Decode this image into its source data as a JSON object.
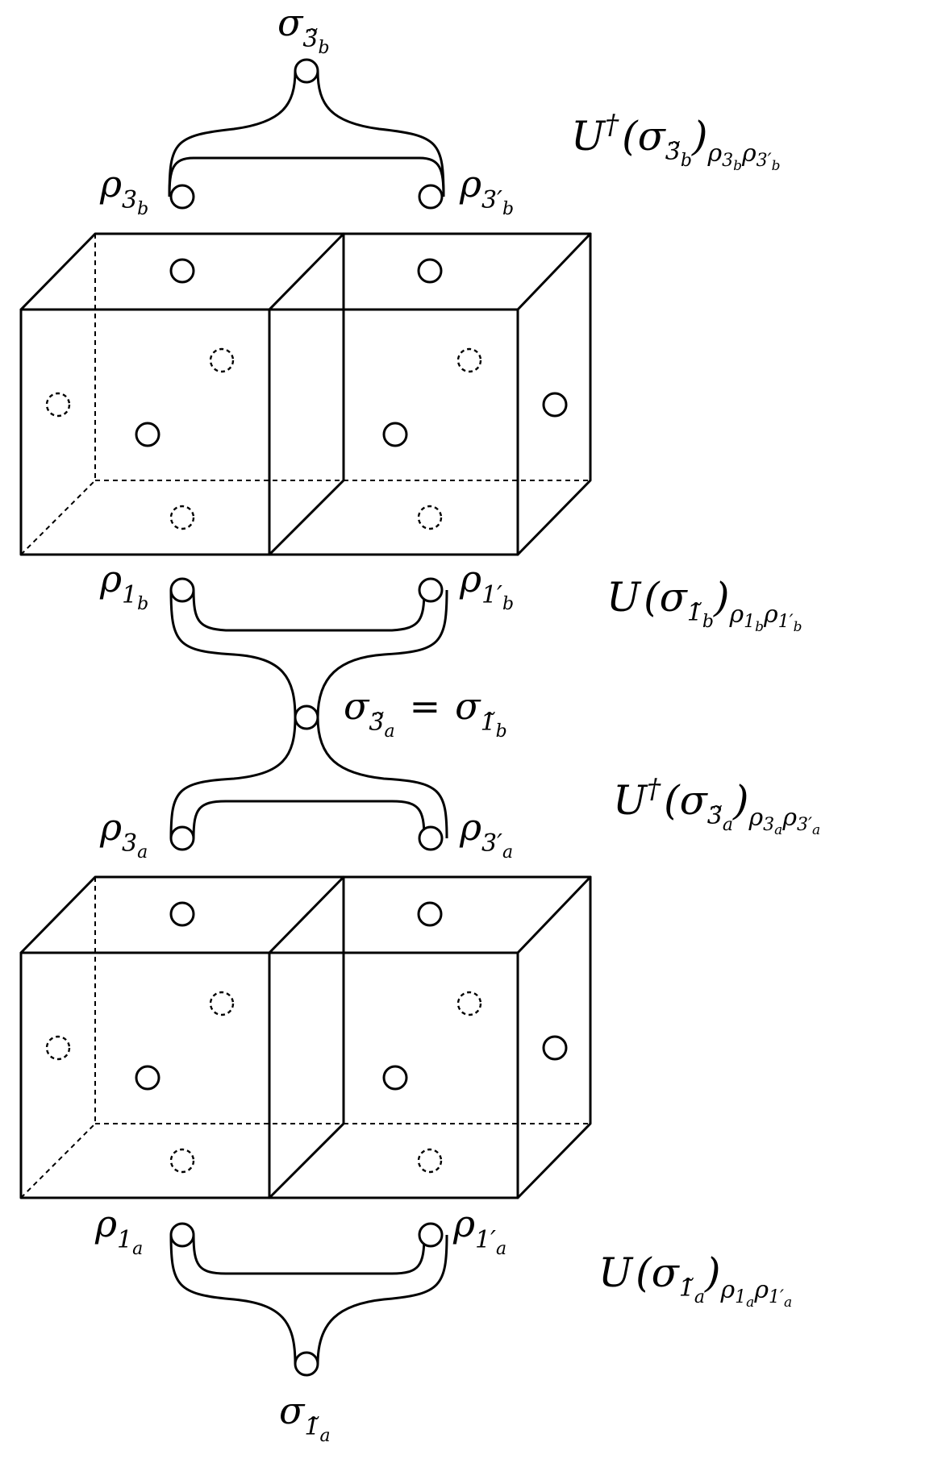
{
  "labels": {
    "sigma_top": {
      "base": "σ",
      "sub": "3̃",
      "subsub": "b"
    },
    "rho_3b": {
      "base": "ρ",
      "sub": "3",
      "subsub": "b"
    },
    "rho_3pb": {
      "base": "ρ",
      "sub": "3′",
      "subsub": "b"
    },
    "rho_1b": {
      "base": "ρ",
      "sub": "1",
      "subsub": "b"
    },
    "rho_1pb": {
      "base": "ρ",
      "sub": "1′",
      "subsub": "b"
    },
    "sigma_mid": {
      "left": "σ",
      "left_sub": "3̃",
      "left_subsub": "a",
      "eq": "=",
      "right": "σ",
      "right_sub": "1̃",
      "right_subsub": "b"
    },
    "rho_3a": {
      "base": "ρ",
      "sub": "3",
      "subsub": "a"
    },
    "rho_3pa": {
      "base": "ρ",
      "sub": "3′",
      "subsub": "a"
    },
    "rho_1a": {
      "base": "ρ",
      "sub": "1",
      "subsub": "a"
    },
    "rho_1pa": {
      "base": "ρ",
      "sub": "1′",
      "subsub": "a"
    },
    "sigma_bottom": {
      "base": "σ",
      "sub": "1̃",
      "subsub": "a"
    }
  },
  "operators": {
    "udag_3b": {
      "U": "U",
      "dagger": "†",
      "open": "(",
      "sigma": "σ",
      "sigma_sub": "3̃",
      "sigma_subsub": "b",
      "close": ")",
      "idx1": "ρ",
      "idx1_sub": "3",
      "idx1_subsub": "b",
      "idx2": "ρ",
      "idx2_sub": "3′",
      "idx2_subsub": "b"
    },
    "u_1b": {
      "U": "U",
      "dagger": "",
      "open": "(",
      "sigma": "σ",
      "sigma_sub": "1̃",
      "sigma_subsub": "b",
      "close": ")",
      "idx1": "ρ",
      "idx1_sub": "1",
      "idx1_subsub": "b",
      "idx2": "ρ",
      "idx2_sub": "1′",
      "idx2_subsub": "b"
    },
    "udag_3a": {
      "U": "U",
      "dagger": "†",
      "open": "(",
      "sigma": "σ",
      "sigma_sub": "3̃",
      "sigma_subsub": "a",
      "close": ")",
      "idx1": "ρ",
      "idx1_sub": "3",
      "idx1_subsub": "a",
      "idx2": "ρ",
      "idx2_sub": "3′",
      "idx2_subsub": "a"
    },
    "u_1a": {
      "U": "U",
      "dagger": "",
      "open": "(",
      "sigma": "σ",
      "sigma_sub": "1̃",
      "sigma_subsub": "a",
      "close": ")",
      "idx1": "ρ",
      "idx1_sub": "1",
      "idx1_subsub": "a",
      "idx2": "ρ",
      "idx2_sub": "1′",
      "idx2_subsub": "a"
    }
  }
}
